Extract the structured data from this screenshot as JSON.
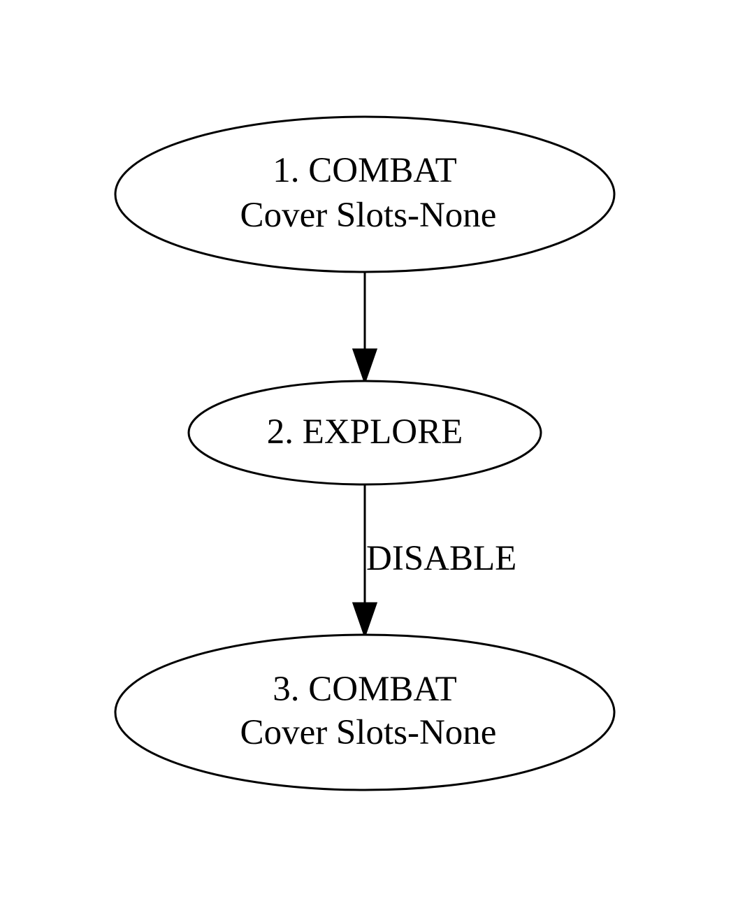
{
  "diagram": {
    "type": "directed-graph",
    "nodes": [
      {
        "id": "n1",
        "lines": [
          "1. COMBAT",
          "Cover Slots-None"
        ]
      },
      {
        "id": "n2",
        "lines": [
          "2. EXPLORE"
        ]
      },
      {
        "id": "n3",
        "lines": [
          "3. COMBAT",
          "Cover Slots-None"
        ]
      }
    ],
    "edges": [
      {
        "from": "n1",
        "to": "n2",
        "label": ""
      },
      {
        "from": "n2",
        "to": "n3",
        "label": "DISABLE"
      }
    ]
  }
}
